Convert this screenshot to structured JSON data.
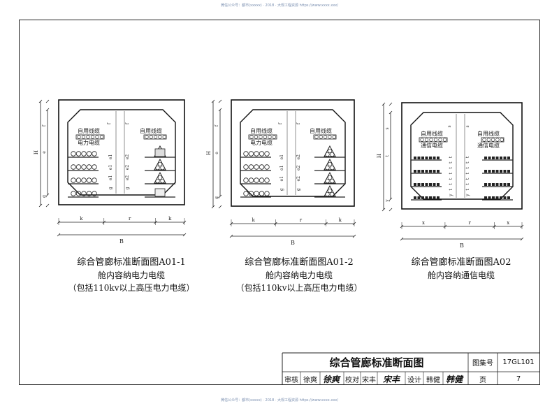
{
  "watermark": "微信公众号：都市(xxxxx) · 2018 · 大规工程资源 https://www.xxxx.xxx/",
  "sections": [
    {
      "title": "综合管廊标准断面图A01-1",
      "subtitle": "舱内容纳电力电缆",
      "note": "（包括110kv以上高压电力电缆）",
      "left_label": "自用线缆",
      "left_label2": "电力电缆",
      "right_label": "自用线缆",
      "dims_bottom": [
        "k",
        "r",
        "k"
      ],
      "total": "B",
      "height": "H",
      "vert_dims": [
        "f",
        "e",
        "g"
      ],
      "inner_left": [
        "e1",
        "e1",
        "e1",
        "g"
      ],
      "inner_right": [
        "e2",
        "e2",
        "e2",
        "g"
      ],
      "top_left": "f",
      "top_right": "f"
    },
    {
      "title": "综合管廊标准断面图A01-2",
      "subtitle": "舱内容纳电力电缆",
      "note": "（包括110kv以上高压电力电缆）",
      "left_label": "自用线缆",
      "left_label2": "电力电缆",
      "right_label": "自用线缆",
      "dims_bottom": [
        "k",
        "r",
        "k"
      ],
      "total": "B",
      "height": "H",
      "vert_dims": [
        "f",
        "e",
        "g"
      ],
      "inner_left": [
        "e1",
        "e1",
        "e1",
        "g"
      ],
      "inner_right": [
        "e2",
        "e2",
        "e2",
        "g"
      ],
      "top_left": "f",
      "top_right": "f"
    },
    {
      "title": "综合管廊标准断面图A02",
      "subtitle": "舱内容纳通信电缆",
      "note": "",
      "left_label": "自用线缆",
      "left_label2": "通信电缆",
      "right_label": "自用线缆",
      "right_label2": "通信电缆",
      "dims_bottom": [
        "x",
        "r",
        "x"
      ],
      "total": "B",
      "height": "H",
      "vert_dims": [
        "s",
        "t",
        "y"
      ],
      "inner_left": [
        "t",
        "t",
        "t",
        "t",
        "t",
        "t",
        "t",
        "y"
      ],
      "inner_right": [
        "t",
        "t",
        "t",
        "t",
        "t",
        "t",
        "t",
        "y"
      ],
      "top_left": "s",
      "top_right": "s"
    }
  ],
  "title_block": {
    "drawing_title": "综合管廊标准断面图",
    "atlas_label": "图集号",
    "atlas_no": "17GL101",
    "review_label": "审核",
    "reviewer": "徐爽",
    "check_label": "校对",
    "checker": "宋丰",
    "design_label": "设计",
    "designer": "韩健",
    "page_label": "页",
    "page_no": "7"
  }
}
